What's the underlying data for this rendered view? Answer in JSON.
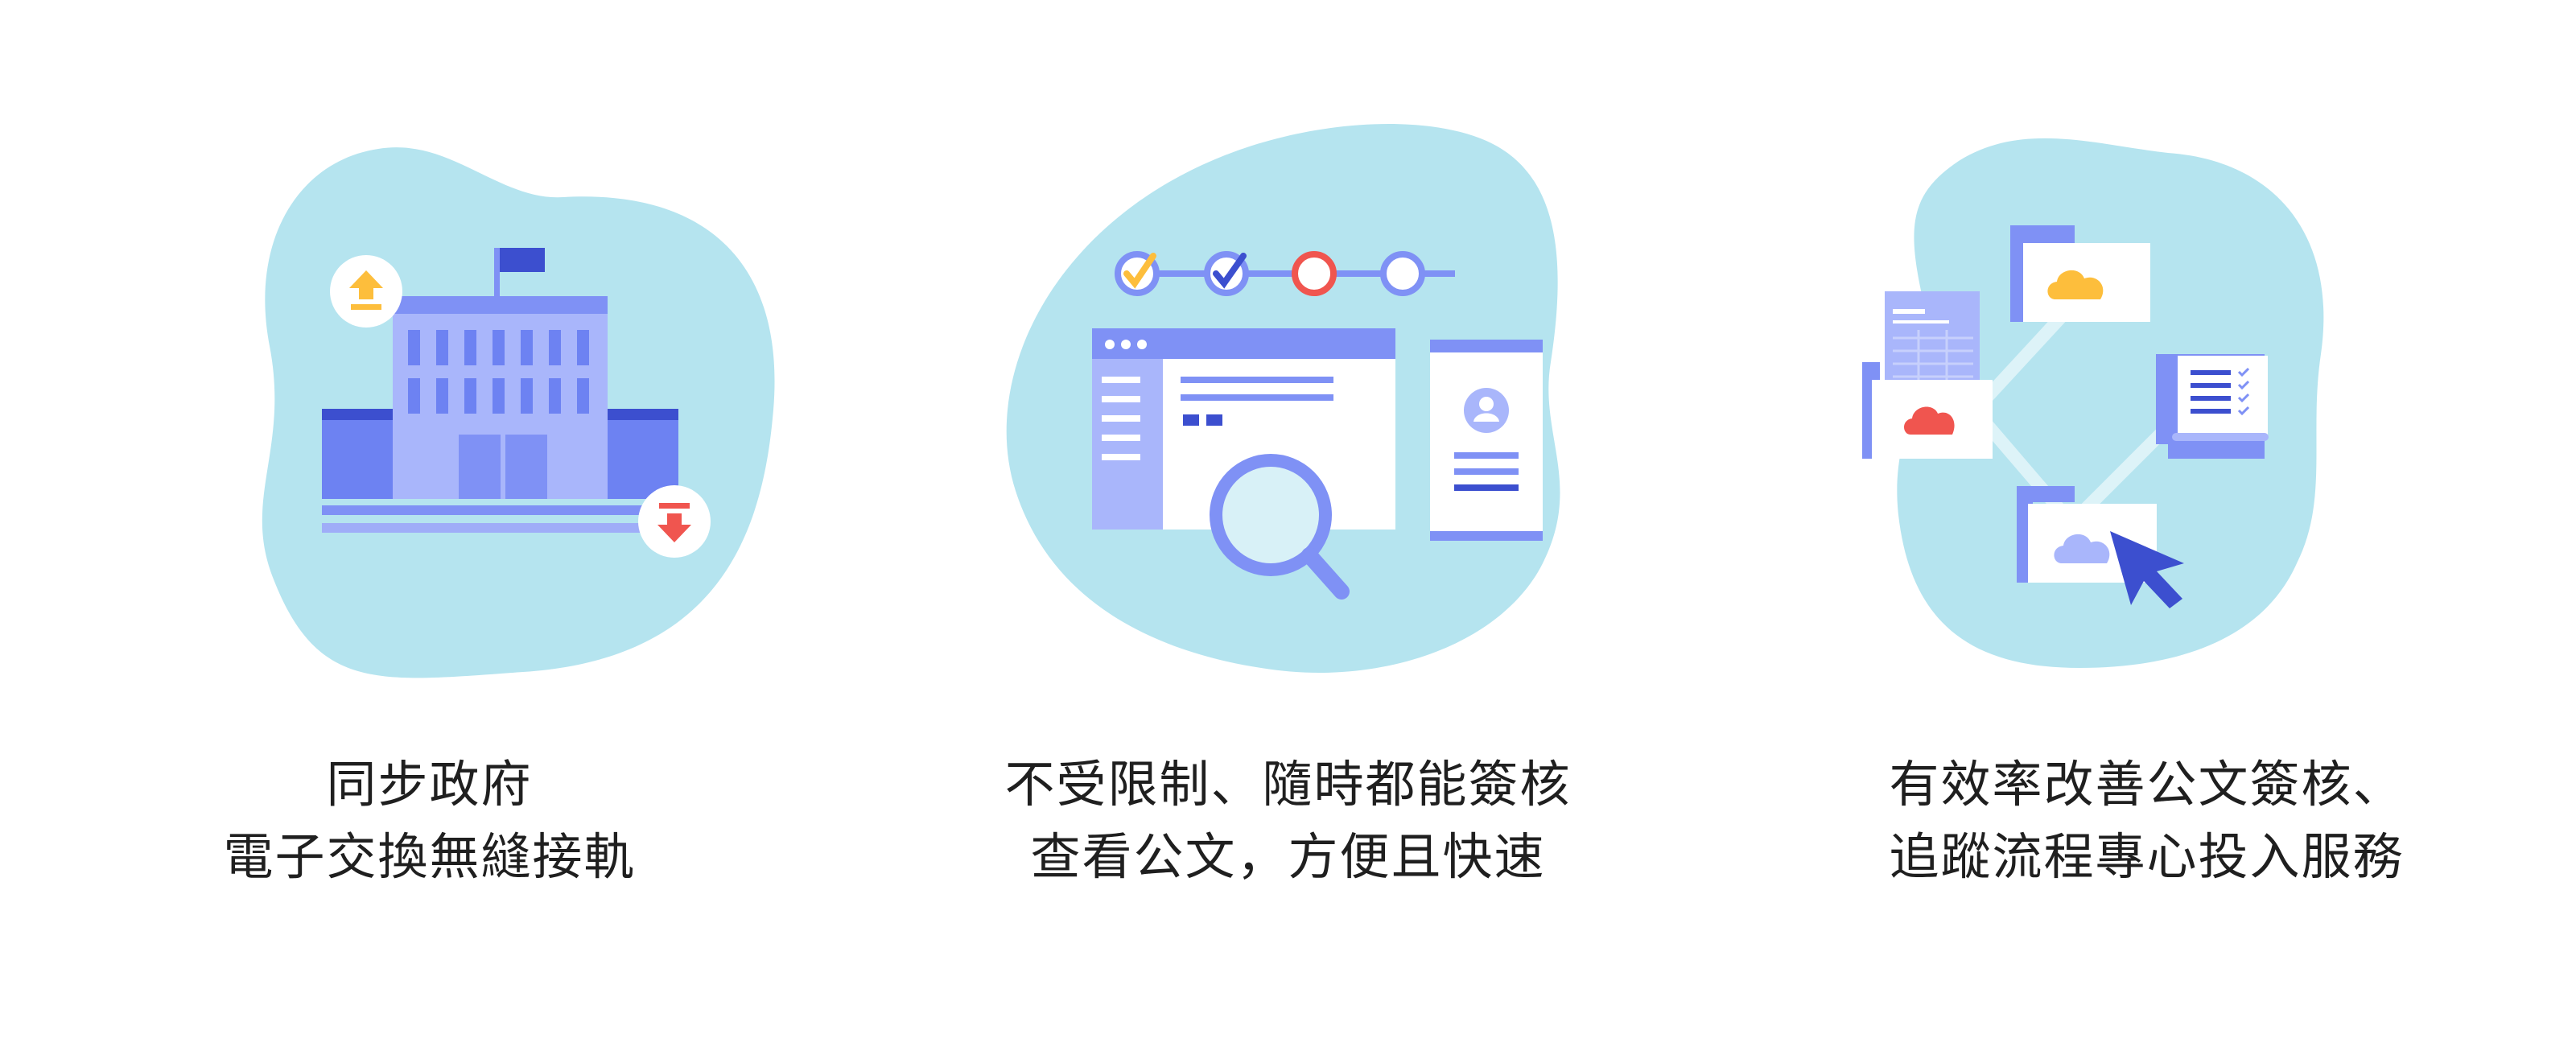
{
  "features": [
    {
      "lines": [
        "同步政府",
        "電子交換無縫接軌"
      ],
      "icons": [
        "building-icon",
        "upload-arrow-icon",
        "download-arrow-icon",
        "flag-icon"
      ]
    },
    {
      "lines": [
        "不受限制、隨時都能簽核",
        "查看公文，方便且快速"
      ],
      "icons": [
        "progress-steps-icon",
        "document-window-icon",
        "magnifier-icon",
        "mobile-profile-icon"
      ]
    },
    {
      "lines": [
        "有效率改善公文簽核、",
        "追蹤流程專心投入服務"
      ],
      "icons": [
        "cloud-folder-icon",
        "spreadsheet-icon",
        "checklist-icon",
        "cursor-icon"
      ]
    }
  ],
  "colors": {
    "blob": "#b5e4ef",
    "primary": "#7f91f5",
    "primary_dark": "#3c4fcf",
    "light": "#c3cefd",
    "accent_yellow": "#fdbe3c",
    "accent_red": "#f0554f"
  }
}
